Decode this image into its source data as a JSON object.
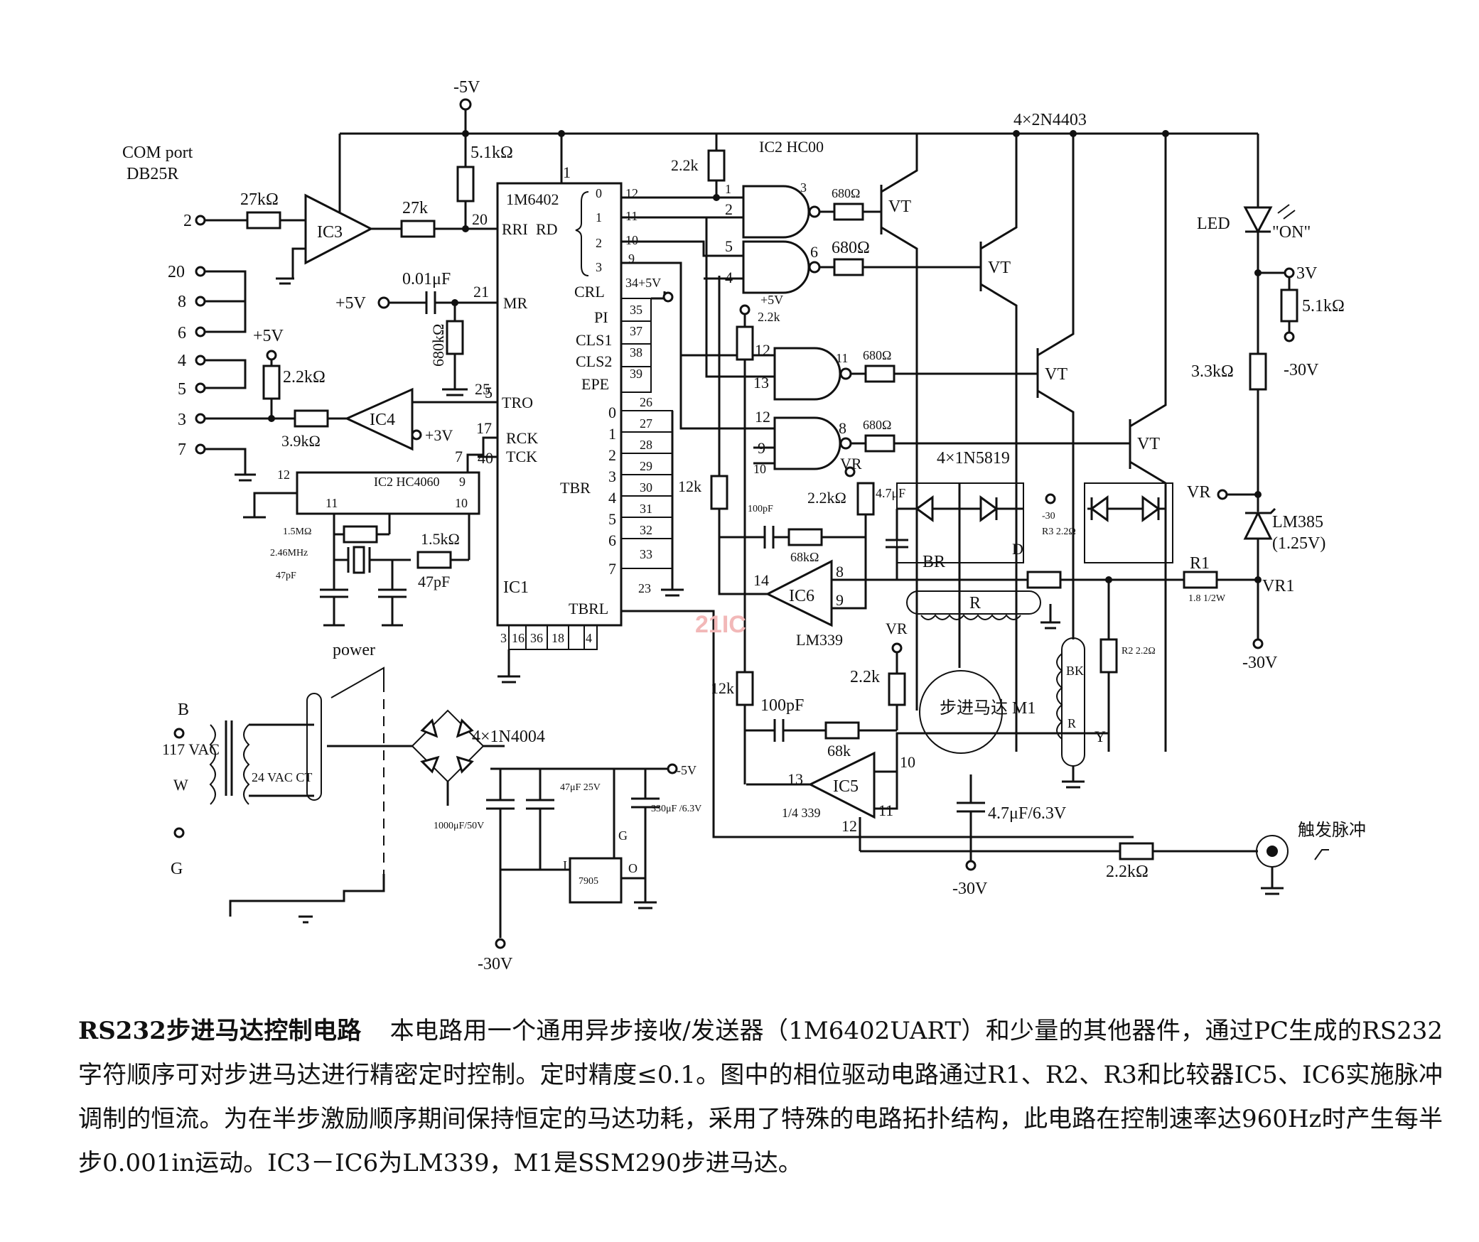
{
  "diagram": {
    "supply_labels": {
      "neg5v_top": "-5V",
      "plus5v": "+5V",
      "plus5v_b": "+5V",
      "plus3v": "+3V",
      "neg30v": "-30V",
      "v3": "3V",
      "vr": "VR"
    },
    "com_port": {
      "title": "COM port",
      "sub": "DB25R",
      "pins": [
        "2",
        "20",
        "8",
        "6",
        "4",
        "5",
        "3",
        "7"
      ]
    },
    "components": {
      "r27k_ohm": "27kΩ",
      "r27k": "27k",
      "r51k": "5.1kΩ",
      "r51k_b": "5.1kΩ",
      "r22k_ohm": "2.2kΩ",
      "r22k": "2.2k",
      "r22k_b": "2.2k",
      "r22k_c": "2.2kΩ",
      "r22k_d": "2.2kΩ",
      "r39k": "3.9kΩ",
      "r15m": "1.5MΩ",
      "r15k": "1.5kΩ",
      "r680": "680Ω",
      "r680_b": "680Ω",
      "r680_c": "680Ω",
      "r680_d": "680Ω",
      "r680k": "680kΩ",
      "r12k": "12k",
      "r12k_b": "12k",
      "r68k": "68kΩ",
      "r68k_b": "68k",
      "r33k": "3.3kΩ",
      "c001": "0.01μF",
      "c47p": "47pF",
      "c47p_b": "47pF",
      "c100p": "100pF",
      "c100p_b": "100pF",
      "c47u": "4.7μF",
      "c47u63": "4.7μF/6.3V",
      "c1000": "1000μF/50V",
      "c47u25": "47μF 25V",
      "c330": "330μF /6.3V",
      "xtal": "2.46MHz",
      "power": "power",
      "tr_b": "B",
      "tr_w": "W",
      "tr_g": "G",
      "tr_117": "117 VAC",
      "tr_24": "24 VAC CT",
      "reg": "7905",
      "reg_g": "G",
      "reg_i": "I",
      "reg_o": "O",
      "d1n4004": "4×1N4004",
      "d1n5819": "4×1N5819",
      "q2n4403": "4×2N4403",
      "vt": "VT",
      "led": "LED",
      "led_on": "\"ON\"",
      "lm385": "LM385",
      "lm385_v": "(1.25V)",
      "r1": "R1",
      "r1_val": "1.8 1/2W",
      "r2": "R2 2.2Ω",
      "r3": "R3 2.2Ω",
      "r3_top": "-30",
      "br": "BR",
      "bk": "BK",
      "r": "R",
      "y": "Y",
      "d": "D",
      "vr1": "VR1",
      "motor": "步进马达 M1",
      "trigger": "触发脉冲"
    },
    "ics": {
      "ic1_top": "1M6402",
      "ic1_bottom": "IC1",
      "ic2_gate_title": "IC2 HC00",
      "ic2_ctr": "IC2 HC4060",
      "ic3": "IC3",
      "ic4": "IC4",
      "ic5": "IC5",
      "ic5_sub": "1/4 339",
      "ic6": "IC6",
      "ic6_sub": "LM339"
    },
    "uart_pins": {
      "rri": "RRI",
      "rd": "RD",
      "mr": "MR",
      "tro": "TRO",
      "rck": "RCK",
      "tck": "TCK",
      "crl": "CRL",
      "pi": "PI",
      "cls1": "CLS1",
      "cls2": "CLS2",
      "epe": "EPE",
      "tbr": "TBR",
      "tbrl": "TBRL",
      "bits": [
        "0",
        "1",
        "2",
        "3",
        "4",
        "5",
        "6",
        "7"
      ],
      "rd_bits": [
        "0",
        "1",
        "2",
        "3"
      ],
      "right_pins": [
        "12",
        "11",
        "10",
        "9",
        "34+5V",
        "35",
        "37",
        "38",
        "39",
        "26",
        "27",
        "28",
        "29",
        "30",
        "31",
        "32",
        "33",
        "23"
      ],
      "bottom_pins": [
        "3",
        "16",
        "36",
        "18",
        "4"
      ]
    },
    "watermark": "21IC"
  },
  "caption": {
    "heading": "RS232步进马达控制电路",
    "body": "本电路用一个通用异步接收/发送器（1M6402UART）和少量的其他器件，通过PC生成的RS232字符顺序可对步进马达进行精密定时控制。定时精度≤0.1。图中的相位驱动电路通过R1、R2、R3和比较器IC5、IC6实施脉冲调制的恒流。为在半步激励顺序期间保持恒定的马达功耗，采用了特殊的电路拓扑结构，此电路在控制速率达960Hz时产生每半步0.001in运动。IC3－IC6为LM339，M1是SSM290步进马达。"
  }
}
